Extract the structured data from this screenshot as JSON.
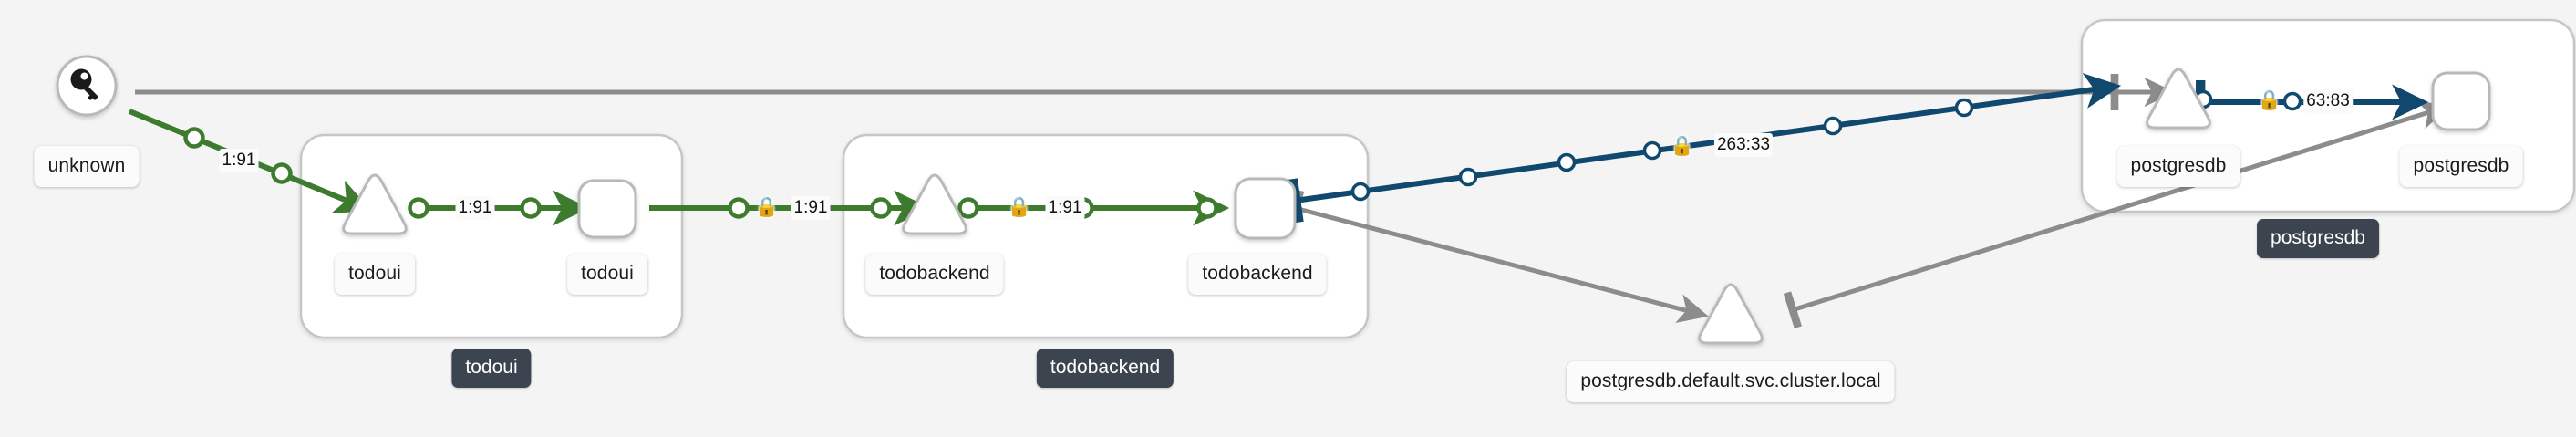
{
  "diagram": {
    "title": "service-mesh-traffic-graph",
    "background": "#f4f4f4",
    "colors": {
      "edge_green": "#3d7b2f",
      "edge_blue": "#11496e",
      "edge_gray": "#8c8c8c",
      "node_stroke": "#b9b9b9",
      "node_fill": "#ffffff",
      "badge_bg": "#3c4450",
      "label_bg": "#fbfbfb"
    }
  },
  "groups": [
    {
      "id": "g-todoui",
      "badge": "todoui"
    },
    {
      "id": "g-todobackend",
      "badge": "todobackend"
    },
    {
      "id": "g-postgresdb",
      "badge": "postgresdb"
    }
  ],
  "nodes": [
    {
      "id": "n-unknown",
      "label": "unknown",
      "shape": "circle",
      "icon": "key-icon"
    },
    {
      "id": "n-todoui-svc",
      "label": "todoui",
      "shape": "triangle"
    },
    {
      "id": "n-todoui-wl",
      "label": "todoui",
      "shape": "rounded-square"
    },
    {
      "id": "n-tbe-svc",
      "label": "todobackend",
      "shape": "triangle"
    },
    {
      "id": "n-tbe-wl",
      "label": "todobackend",
      "shape": "rounded-square"
    },
    {
      "id": "n-pgdb-svc",
      "label": "postgresdb",
      "shape": "triangle"
    },
    {
      "id": "n-pgdb-wl",
      "label": "postgresdb",
      "shape": "rounded-square"
    },
    {
      "id": "n-pgdb-ext",
      "label": "postgresdb.default.svc.cluster.local",
      "shape": "triangle"
    }
  ],
  "edges": [
    {
      "id": "e1",
      "from": "n-unknown",
      "to": "n-todoui-svc",
      "label": "1:91",
      "color": "green",
      "lock": false
    },
    {
      "id": "e2",
      "from": "n-todoui-svc",
      "to": "n-todoui-wl",
      "label": "1:91",
      "color": "green",
      "lock": false
    },
    {
      "id": "e3",
      "from": "n-todoui-wl",
      "to": "n-tbe-svc",
      "label": "1:91",
      "color": "green",
      "lock": true
    },
    {
      "id": "e4",
      "from": "n-tbe-svc",
      "to": "n-tbe-wl",
      "label": "1:91",
      "color": "green",
      "lock": true
    },
    {
      "id": "e5",
      "from": "n-tbe-wl",
      "to": "n-pgdb-svc",
      "label": "263:33",
      "color": "blue",
      "lock": true
    },
    {
      "id": "e6",
      "from": "n-pgdb-svc",
      "to": "n-pgdb-wl",
      "label": "63:83",
      "color": "blue",
      "lock": true
    },
    {
      "id": "e7",
      "from": "n-unknown",
      "to": "n-pgdb-svc",
      "label": "",
      "color": "gray",
      "lock": false
    },
    {
      "id": "e8",
      "from": "n-tbe-wl",
      "to": "n-pgdb-ext",
      "label": "",
      "color": "gray",
      "lock": false
    },
    {
      "id": "e9",
      "from": "n-pgdb-ext",
      "to": "n-pgdb-wl",
      "label": "",
      "color": "gray",
      "lock": false
    }
  ],
  "edge_labels": {
    "e1": "1:91",
    "e2": "1:91",
    "e3": "1:91",
    "e4": "1:91",
    "e5": "263:33",
    "e6": "63:83"
  },
  "node_labels": {
    "unknown": "unknown",
    "todoui_svc": "todoui",
    "todoui_wl": "todoui",
    "tbe_svc": "todobackend",
    "tbe_wl": "todobackend",
    "pgdb_svc": "postgresdb",
    "pgdb_wl": "postgresdb",
    "pgdb_ext": "postgresdb.default.svc.cluster.local"
  },
  "group_badges": {
    "todoui": "todoui",
    "todobackend": "todobackend",
    "postgresdb": "postgresdb"
  }
}
